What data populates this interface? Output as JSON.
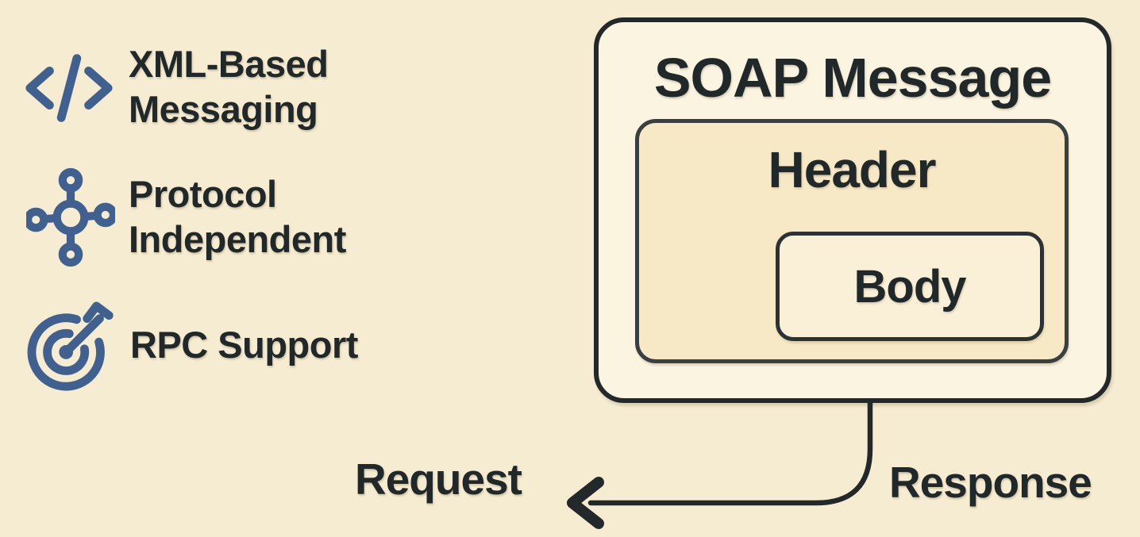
{
  "features": [
    {
      "icon": "code-icon",
      "lines": [
        "XML-Based",
        "Messaging"
      ]
    },
    {
      "icon": "hub-icon",
      "lines": [
        "Protocol",
        "Independent"
      ]
    },
    {
      "icon": "target-icon",
      "lines": [
        "RPC Support"
      ]
    }
  ],
  "diagram": {
    "title": "SOAP Message",
    "header_label": "Header",
    "body_label": "Body"
  },
  "flow": {
    "request_label": "Request",
    "response_label": "Response"
  },
  "colors": {
    "background": "#f6ecd2",
    "soap_fill": "#fbf4e1",
    "header_fill": "#f7e9c6",
    "body_fill": "#faf0d8",
    "ink": "#23282a",
    "icon_blue": "#40618f"
  }
}
